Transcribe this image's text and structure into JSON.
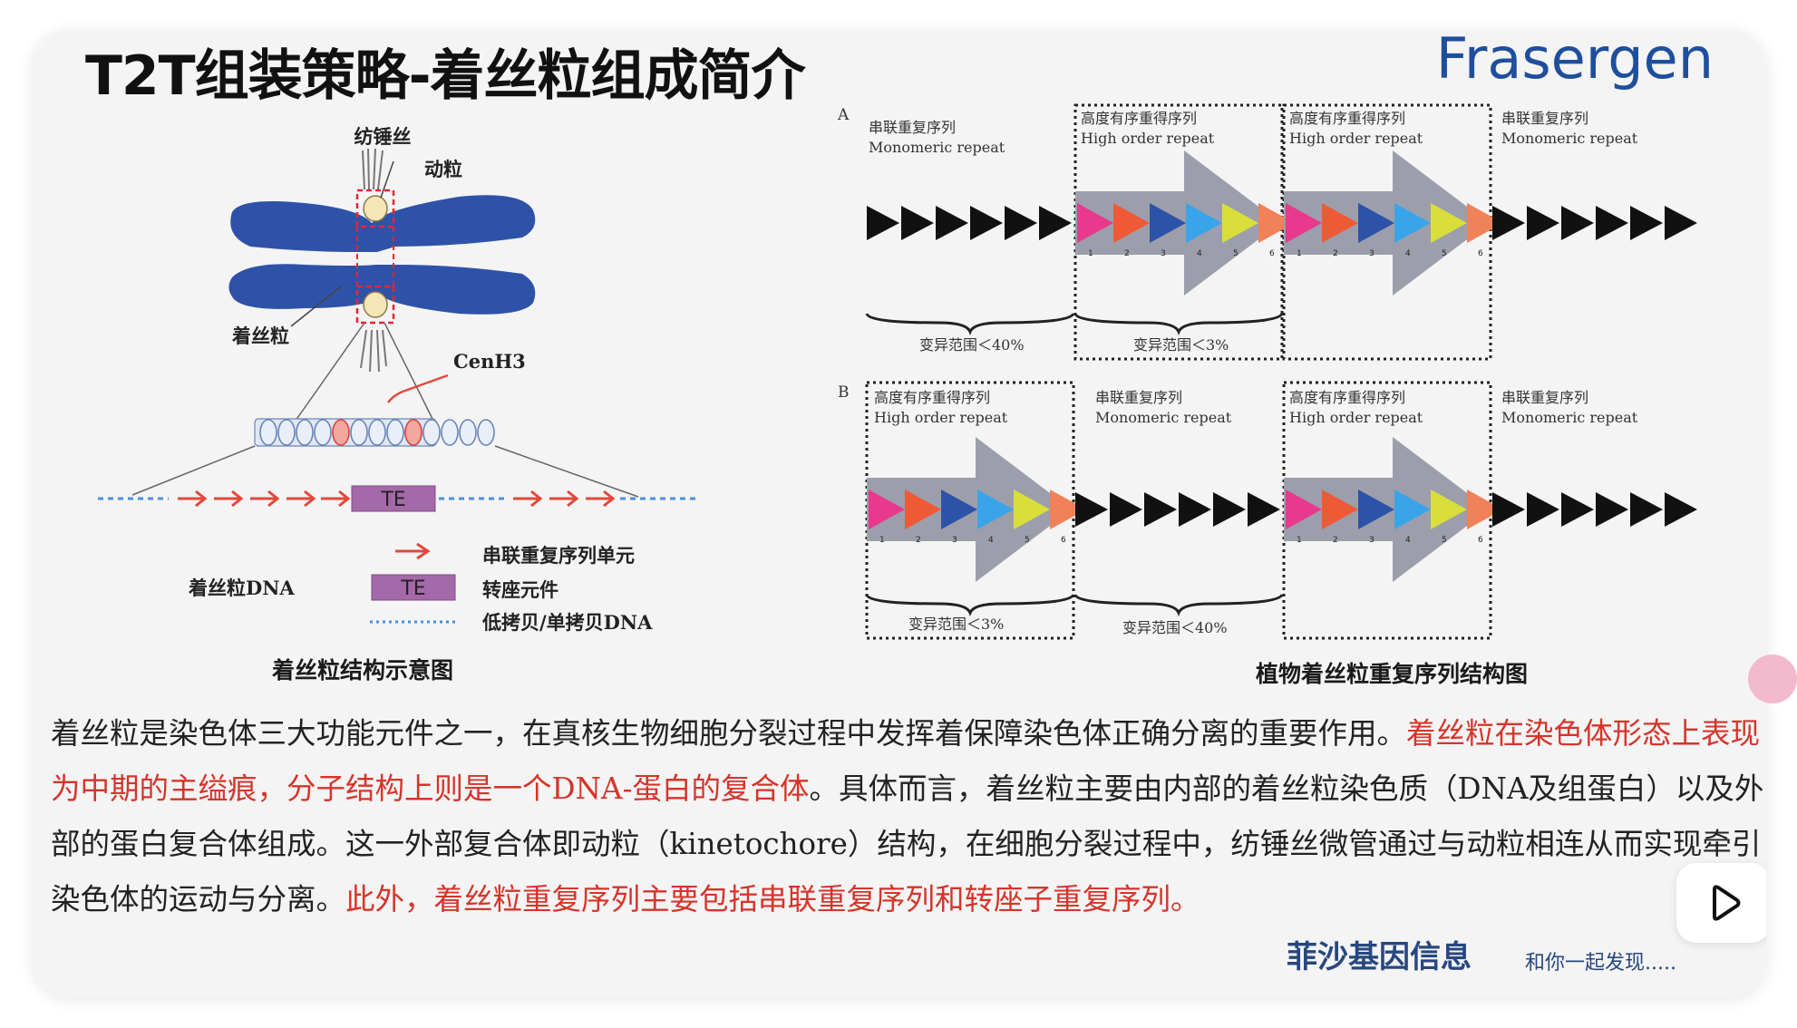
{
  "slide": {
    "title": "T2T组装策略-着丝粒组成简介",
    "logo": "Frasergen"
  },
  "chromosome": {
    "label_spindle": "纺锤丝",
    "label_kinetochore": "动粒",
    "label_centromere": "着丝粒",
    "label_cenh3": "CenH3",
    "te_label": "TE",
    "legend_dna": "着丝粒DNA",
    "legend_te_box": "TE",
    "legend_tandem": "串联重复序列单元",
    "legend_transposon": "转座元件",
    "legend_lowcopy": "低拷贝/单拷贝DNA",
    "caption": "着丝粒结构示意图",
    "colors": {
      "chromosome": "#2f52a9",
      "te_box": "#a569a9",
      "repeat_arrow": "#e2483b",
      "dna_line": "#4a8fe0"
    }
  },
  "plant": {
    "panel_a": "A",
    "panel_b": "B",
    "mono_cn": "串联重复序列",
    "mono_en": "Monomeric repeat",
    "hor_cn": "高度有序重得序列",
    "hor_en": "High order repeat",
    "var40": "变异范围＜40%",
    "var3": "变异范围＜3%",
    "unit_numbers": [
      "1",
      "2",
      "3",
      "4",
      "5",
      "6"
    ],
    "caption": "植物着丝粒重复序列结构图",
    "colors": {
      "hor": [
        "#e8398e",
        "#ef5a36",
        "#2c53a8",
        "#3aa4e8",
        "#d9de3b",
        "#f08159"
      ],
      "big_arrow": "#9c9fab",
      "mono": "#111111"
    }
  },
  "paragraph": {
    "s1": "着丝粒是染色体三大功能元件之一，在真核生物细胞分裂过程中发挥着保障染色体正确分离的重要作用。",
    "s2": "着丝粒在染色体形态上表现为中期的主缢痕，分子结构上则是一个DNA-蛋白的复合体",
    "s3": "。具体而言，着丝粒主要由内部的着丝粒染色质（DNA及组蛋白）以及外部的蛋白复合体组成。这一外部复合体即动粒（kinetochore）结构，在细胞分裂过程中，纺锤丝微管通过与动粒相连从而实现牵引染色体的运动与分离。",
    "s4": "此外，着丝粒重复序列主要包括串联重复序列和转座子重复序列。"
  },
  "footer": {
    "company": "菲沙基因信息",
    "slogan": "和你一起发现....."
  },
  "player": {
    "play_icon": "play-icon"
  }
}
